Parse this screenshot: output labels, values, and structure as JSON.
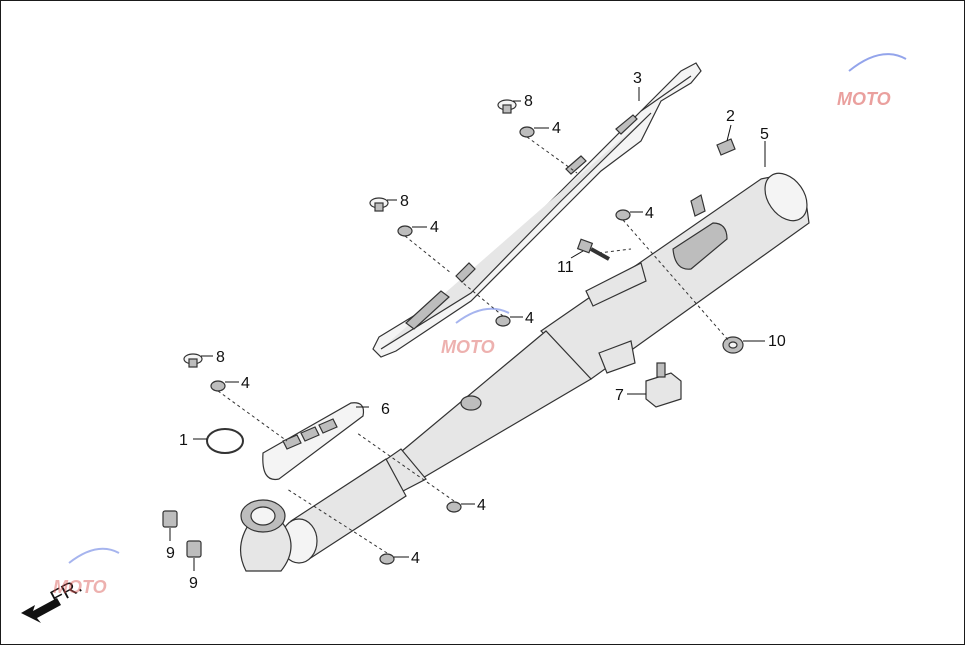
{
  "callouts": [
    {
      "id": "c1",
      "text": "1"
    },
    {
      "id": "c2",
      "text": "2"
    },
    {
      "id": "c3",
      "text": "3"
    },
    {
      "id": "c4a",
      "text": "4"
    },
    {
      "id": "c4b",
      "text": "4"
    },
    {
      "id": "c4c",
      "text": "4"
    },
    {
      "id": "c4d",
      "text": "4"
    },
    {
      "id": "c4e",
      "text": "4"
    },
    {
      "id": "c4f",
      "text": "4"
    },
    {
      "id": "c4g",
      "text": "4"
    },
    {
      "id": "c5",
      "text": "5"
    },
    {
      "id": "c6",
      "text": "6"
    },
    {
      "id": "c7",
      "text": "7"
    },
    {
      "id": "c8a",
      "text": "8"
    },
    {
      "id": "c8b",
      "text": "8"
    },
    {
      "id": "c8c",
      "text": "8"
    },
    {
      "id": "c9a",
      "text": "9"
    },
    {
      "id": "c9b",
      "text": "9"
    },
    {
      "id": "c10",
      "text": "10"
    },
    {
      "id": "c11",
      "text": "11"
    }
  ],
  "direction_label": "FR.",
  "watermark_text": "MOTO",
  "colors": {
    "line": "#111111",
    "part_fill": "#e6e6e6",
    "watermark_red": "#d9534f",
    "watermark_blue": "#3b5bdb"
  }
}
